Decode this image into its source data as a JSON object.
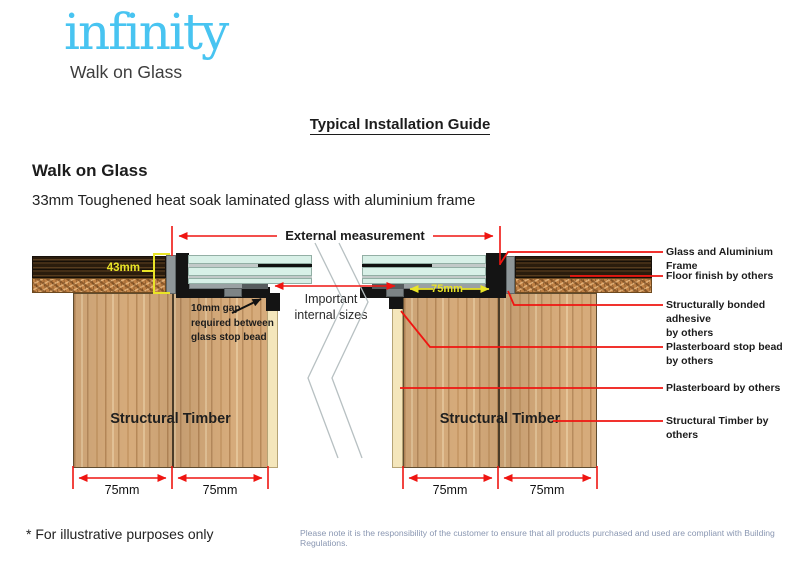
{
  "logo": {
    "brand": "infinity",
    "tagline": "Walk on Glass"
  },
  "title": "Typical Installation Guide",
  "intro": {
    "heading": "Walk on Glass",
    "subheading": "33mm Toughened heat soak laminated glass with aluminium frame"
  },
  "diagram": {
    "external_measurement_label": "External measurement",
    "internal_note": "Important\ninternal sizes",
    "gap_note": "10mm gap\nrequired between\nglass stop bead",
    "height_dim": "43mm",
    "frame_width_dim": "75mm",
    "timber_label_left": "Structural Timber",
    "timber_label_right": "Structural Timber",
    "timber_dims": [
      "75mm",
      "75mm",
      "75mm",
      "75mm"
    ],
    "callouts": [
      "Glass and Aluminium Frame",
      "Floor finish by others",
      "Structurally bonded adhesive\nby others",
      "Plasterboard stop bead\nby others",
      "Plasterboard by others",
      "Structural Timber by others"
    ]
  },
  "footer": {
    "disclaimer": "* For illustrative purposes only",
    "note": "Please note it is the responsibility of the customer to ensure that all products purchased and used are compliant with Building Regulations."
  },
  "colors": {
    "accent_red": "#ef1511",
    "dim_yellow": "#e9e427",
    "logo_blue": "#48c4f1"
  }
}
